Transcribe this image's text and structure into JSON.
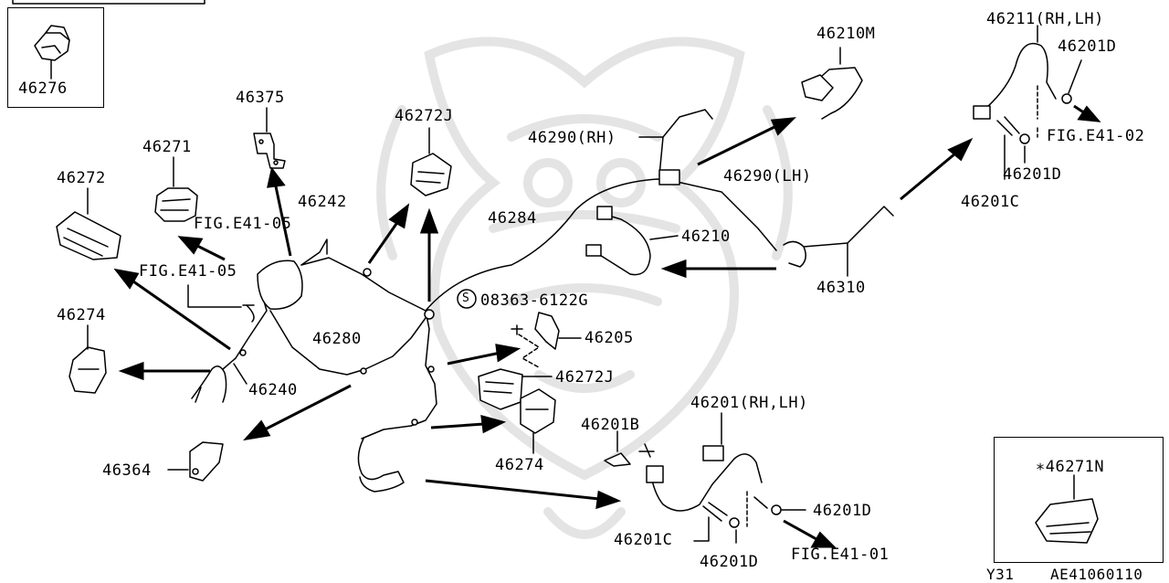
{
  "labels": {
    "p46276": "46276",
    "p46375": "46375",
    "p46271": "46271",
    "p46272": "46272",
    "p46272J_top": "46272J",
    "p46242": "46242",
    "fig_e41_05_a": "FIG.E41-05",
    "fig_e41_05_b": "FIG.E41-05",
    "p46274_left": "46274",
    "p46280": "46280",
    "p46240": "46240",
    "p46364": "46364",
    "p46284": "46284",
    "p46290_rh": "46290(RH)",
    "p46290_lh": "46290(LH)",
    "p46210M": "46210M",
    "p46210": "46210",
    "p46310": "46310",
    "p46211": "46211(RH,LH)",
    "p46201D_tr": "46201D",
    "fig_e41_02": "FIG.E41-02",
    "p46201D_mr": "46201D",
    "p46201C_tr": "46201C",
    "bolt_code": "08363-6122G",
    "p46205": "46205",
    "p46272J_mid": "46272J",
    "p46274_mid": "46274",
    "p46201B": "46201B",
    "p46201_bottom": "46201(RH,LH)",
    "p46201D_bl": "46201D",
    "p46201C_bottom": "46201C",
    "p46201D_bottom": "46201D",
    "fig_e41_01": "FIG.E41-01",
    "p46271N": "∗46271N",
    "model": "Y31",
    "ref": "AE41060110"
  },
  "symbols": {
    "circled_s": "S"
  },
  "icons": [
    "hose-icon",
    "clip-icon",
    "bracket-icon",
    "arrow-icon",
    "watermark-emblem"
  ],
  "colors": {
    "ink": "#000000",
    "watermark": "#e6e6e6",
    "background": "#ffffff"
  }
}
